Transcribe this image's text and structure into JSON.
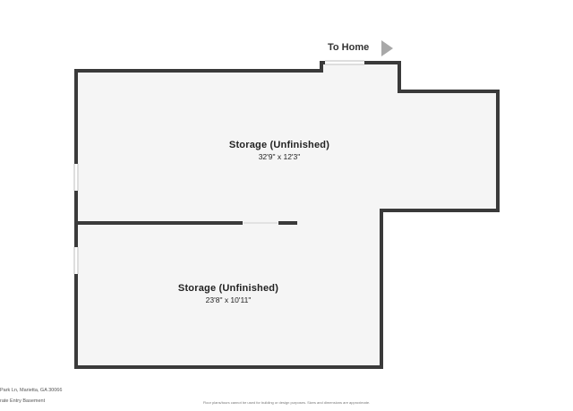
{
  "plan": {
    "direction_label": "To Home",
    "rooms": [
      {
        "name": "Storage (Unfinished)",
        "dimensions": "32'9\" x 12'3\""
      },
      {
        "name": "Storage (Unfinished)",
        "dimensions": "23'8\" x 10'11\""
      }
    ]
  },
  "footer": {
    "address": "Park Ln, Marietta, GA 30066",
    "level": "rate Entry Basement",
    "disclaimer": "Floor plans/tours cannot be used for building or design purposes. Sizes and dimensions are approximate."
  },
  "colors": {
    "wall": "#3a3a3a",
    "floor": "#f5f5f5",
    "arrow": "#a8a8a8",
    "opening": "#ffffff"
  }
}
